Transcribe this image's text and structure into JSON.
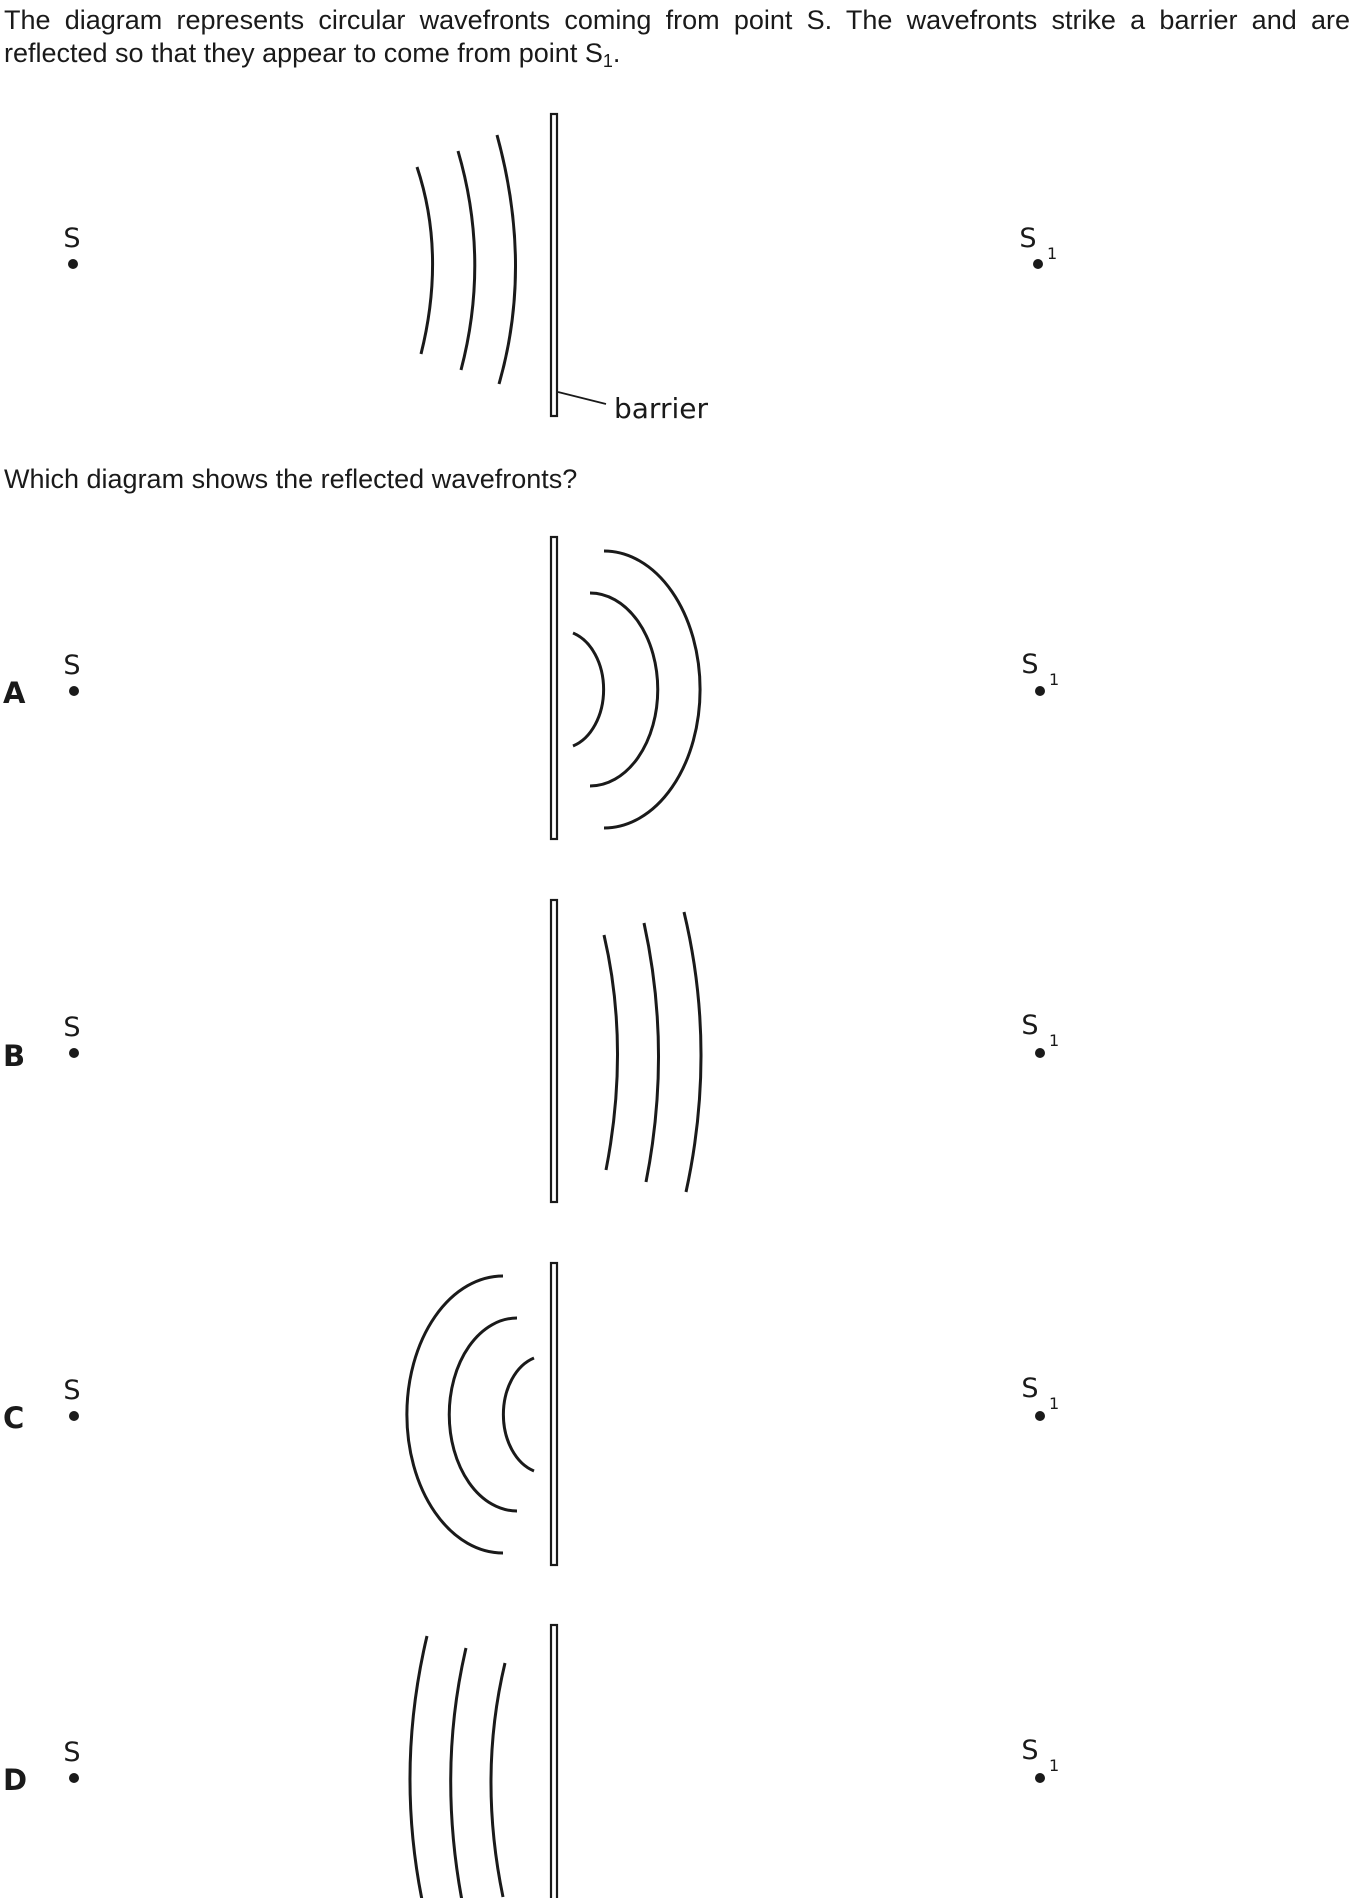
{
  "stem": {
    "text_before": "The diagram represents circular wavefronts coming from point S. The wavefronts strike a barrier and are reflected so that they appear to come from point S",
    "subscript": "1",
    "text_after": "."
  },
  "question": "Which diagram shows the reflected wavefronts?",
  "diagram": {
    "source_label": "S",
    "image_label": "S",
    "image_subscript": "1",
    "barrier_label": "barrier"
  },
  "options": [
    {
      "letter": "A",
      "source_label": "S",
      "image_label": "S",
      "image_subscript": "1",
      "arc_side": "right",
      "arc_shape": "semicircle"
    },
    {
      "letter": "B",
      "source_label": "S",
      "image_label": "S",
      "image_subscript": "1",
      "arc_side": "right",
      "arc_shape": "shallow"
    },
    {
      "letter": "C",
      "source_label": "S",
      "image_label": "S",
      "image_subscript": "1",
      "arc_side": "left",
      "arc_shape": "semicircle"
    },
    {
      "letter": "D",
      "source_label": "S",
      "image_label": "S",
      "image_subscript": "1",
      "arc_side": "left",
      "arc_shape": "shallow"
    }
  ]
}
